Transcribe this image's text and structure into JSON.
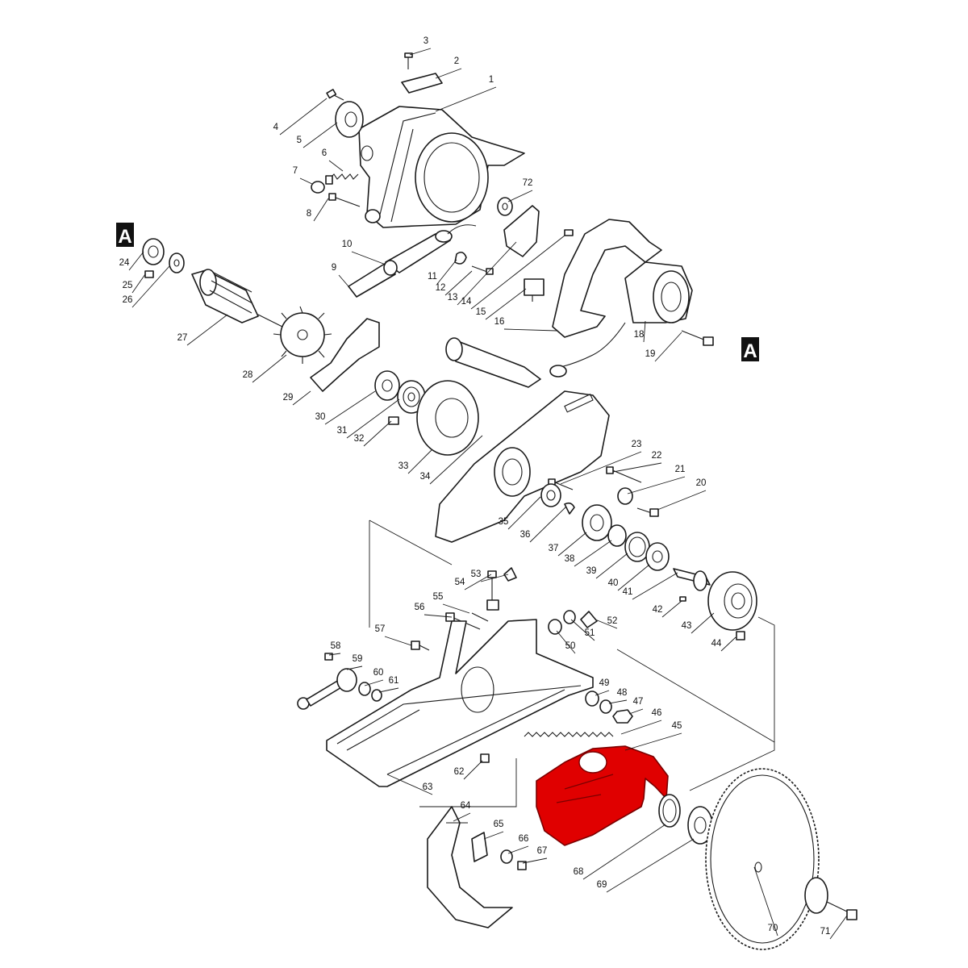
{
  "highlight_color": "#e00000",
  "markers": [
    {
      "id": "top-left",
      "label": "A"
    },
    {
      "id": "right",
      "label": "A"
    }
  ],
  "callouts": [
    {
      "label": "1"
    },
    {
      "label": "2"
    },
    {
      "label": "3"
    },
    {
      "label": "4"
    },
    {
      "label": "5"
    },
    {
      "label": "6"
    },
    {
      "label": "7"
    },
    {
      "label": "8"
    },
    {
      "label": "9"
    },
    {
      "label": "10"
    },
    {
      "label": "11"
    },
    {
      "label": "12"
    },
    {
      "label": "13"
    },
    {
      "label": "14"
    },
    {
      "label": "15"
    },
    {
      "label": "16"
    },
    {
      "label": "18"
    },
    {
      "label": "19"
    },
    {
      "label": "20"
    },
    {
      "label": "21"
    },
    {
      "label": "22"
    },
    {
      "label": "23"
    },
    {
      "label": "24"
    },
    {
      "label": "25"
    },
    {
      "label": "26"
    },
    {
      "label": "27"
    },
    {
      "label": "28"
    },
    {
      "label": "29"
    },
    {
      "label": "30"
    },
    {
      "label": "31"
    },
    {
      "label": "32"
    },
    {
      "label": "33"
    },
    {
      "label": "34"
    },
    {
      "label": "35"
    },
    {
      "label": "36"
    },
    {
      "label": "37"
    },
    {
      "label": "38"
    },
    {
      "label": "39"
    },
    {
      "label": "40"
    },
    {
      "label": "41"
    },
    {
      "label": "42"
    },
    {
      "label": "43"
    },
    {
      "label": "44"
    },
    {
      "label": "45"
    },
    {
      "label": "46"
    },
    {
      "label": "47"
    },
    {
      "label": "48"
    },
    {
      "label": "49"
    },
    {
      "label": "50"
    },
    {
      "label": "51"
    },
    {
      "label": "52"
    },
    {
      "label": "53"
    },
    {
      "label": "54"
    },
    {
      "label": "55"
    },
    {
      "label": "56"
    },
    {
      "label": "57"
    },
    {
      "label": "58"
    },
    {
      "label": "59"
    },
    {
      "label": "60"
    },
    {
      "label": "61"
    },
    {
      "label": "62"
    },
    {
      "label": "63"
    },
    {
      "label": "64"
    },
    {
      "label": "65"
    },
    {
      "label": "66"
    },
    {
      "label": "67"
    },
    {
      "label": "68"
    },
    {
      "label": "69"
    },
    {
      "label": "70"
    },
    {
      "label": "71"
    },
    {
      "label": "72"
    }
  ]
}
